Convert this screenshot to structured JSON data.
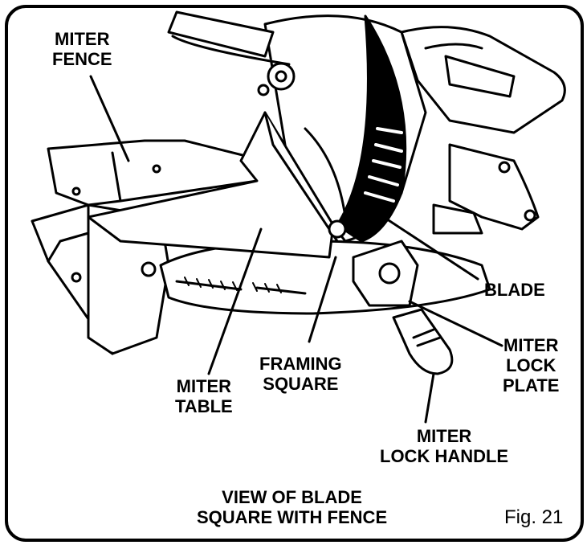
{
  "labels": {
    "miter_fence": "MITER\nFENCE",
    "blade": "BLADE",
    "miter_lock_plate": "MITER\nLOCK\nPLATE",
    "framing_square": "FRAMING\nSQUARE",
    "miter_table": "MITER\nTABLE",
    "miter_lock_handle": "MITER\nLOCK HANDLE"
  },
  "caption": "VIEW OF BLADE\nSQUARE WITH FENCE",
  "figure_number": "Fig. 21",
  "colors": {
    "ink": "#000000",
    "paper": "#ffffff"
  }
}
